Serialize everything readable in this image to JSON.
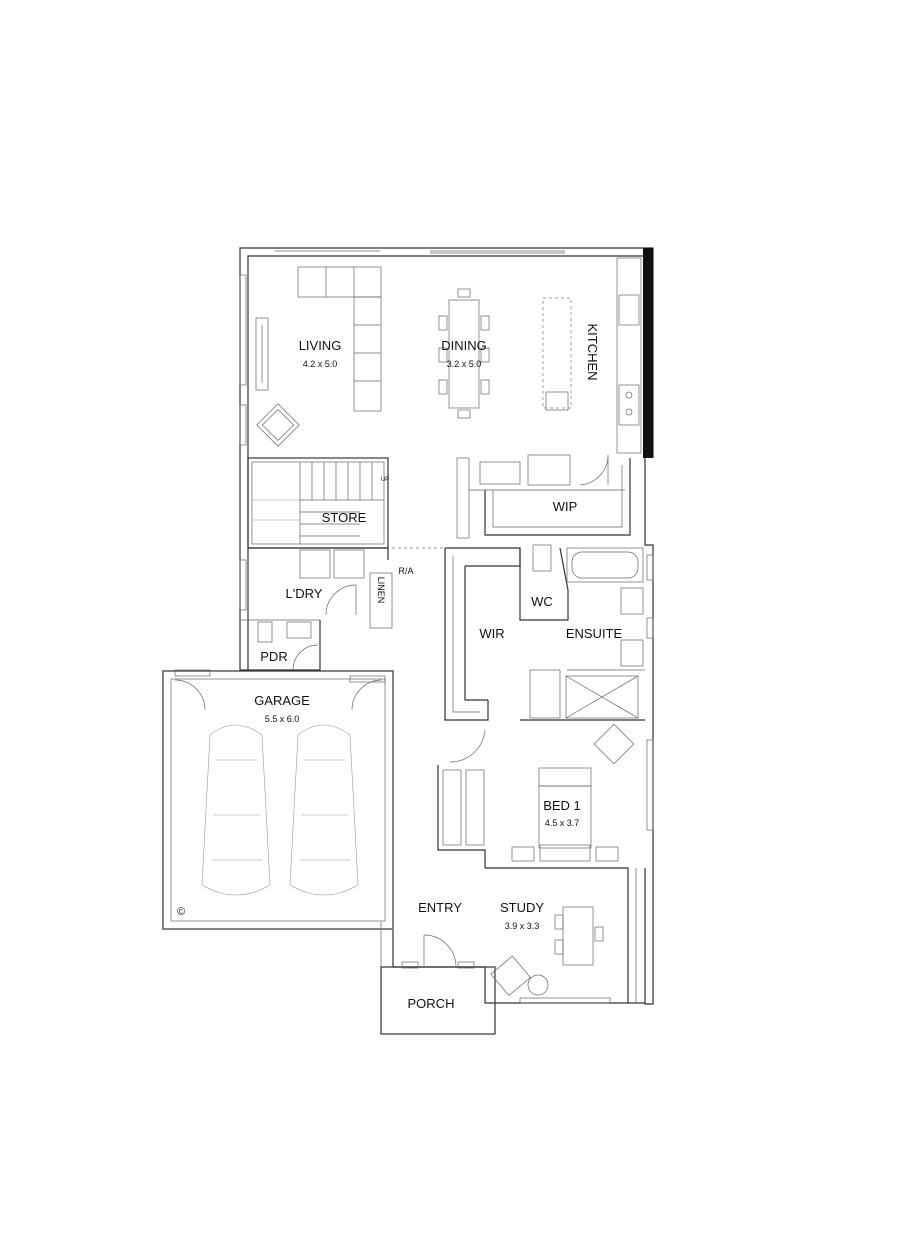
{
  "rooms": {
    "living": {
      "name": "LIVING",
      "dims": "4.2 x 5.0"
    },
    "dining": {
      "name": "DINING",
      "dims": "3.2 x 5.0"
    },
    "kitchen": {
      "name": "KITCHEN"
    },
    "store": {
      "name": "STORE"
    },
    "wip": {
      "name": "WIP"
    },
    "laundry": {
      "name": "L'DRY"
    },
    "linen": {
      "name": "LINEN"
    },
    "ra": {
      "name": "R/A"
    },
    "up": {
      "name": "UP"
    },
    "wc": {
      "name": "WC"
    },
    "wir": {
      "name": "WIR"
    },
    "ensuite": {
      "name": "ENSUITE"
    },
    "pdr": {
      "name": "PDR"
    },
    "garage": {
      "name": "GARAGE",
      "dims": "5.5 x 6.0"
    },
    "bed1": {
      "name": "BED 1",
      "dims": "4.5 x 3.7"
    },
    "entry": {
      "name": "ENTRY"
    },
    "study": {
      "name": "STUDY",
      "dims": "3.9 x 3.3"
    },
    "porch": {
      "name": "PORCH"
    }
  },
  "symbols": {
    "copyright": "©"
  }
}
